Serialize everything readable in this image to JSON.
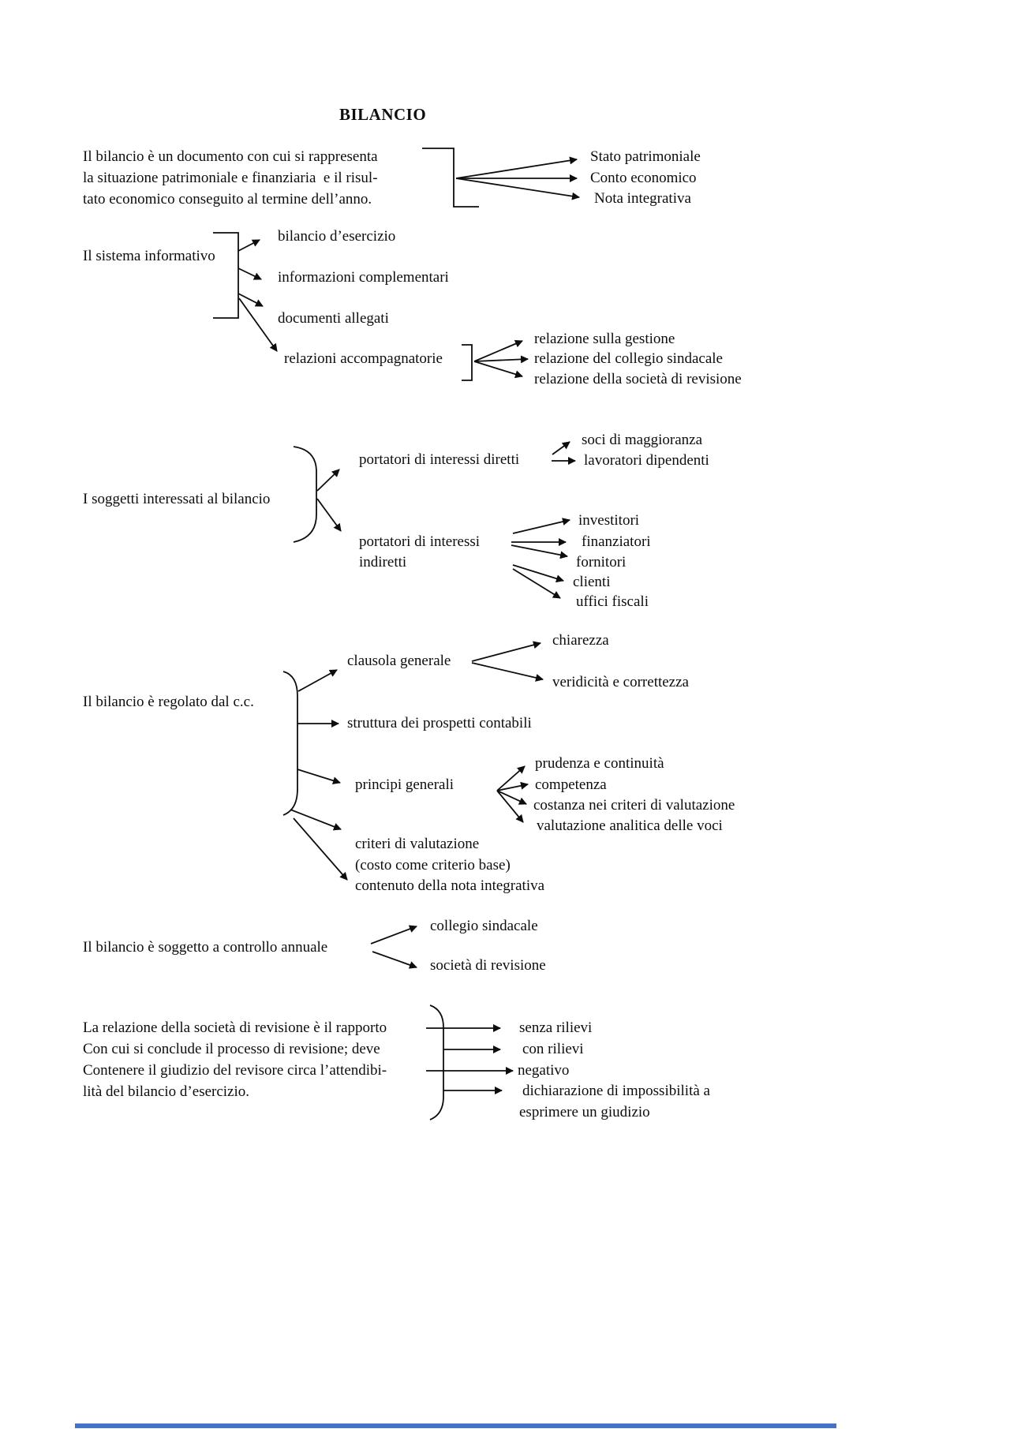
{
  "page": {
    "background": "#ffffff",
    "accent_bar_color": "#4472c4"
  },
  "title": "BILANCIO",
  "intro": {
    "lines": [
      "Il bilancio è un documento con cui si rappresenta",
      "la situazione patrimoniale e finanziaria  e il risul-",
      "tato economico conseguito al termine dell’anno."
    ],
    "components": [
      "Stato patrimoniale",
      "Conto economico",
      "Nota integrativa"
    ]
  },
  "sistema_informativo": {
    "label": "Il sistema informativo",
    "items": [
      "bilancio d’esercizio",
      "informazioni complementari",
      "documenti allegati",
      "relazioni accompagnatorie"
    ],
    "relazioni": [
      "relazione sulla gestione",
      "relazione del collegio sindacale",
      "relazione della società di revisione"
    ]
  },
  "soggetti": {
    "label": "I soggetti interessati al bilancio",
    "diretti": {
      "label": "portatori di interessi diretti",
      "items": [
        "soci di maggioranza",
        "lavoratori dipendenti"
      ]
    },
    "indiretti": {
      "label_line1": "portatori di interessi",
      "label_line2": "indiretti",
      "items": [
        "investitori",
        "finanziatori",
        "fornitori",
        "clienti",
        "uffici fiscali"
      ]
    }
  },
  "codice_civile": {
    "label": "Il bilancio è regolato dal c.c.",
    "clausola": {
      "label": "clausola generale",
      "items": [
        "chiarezza",
        "veridicità e correttezza"
      ]
    },
    "struttura": "struttura dei prospetti contabili",
    "principi": {
      "label": "principi generali",
      "items": [
        "prudenza e continuità",
        "competenza",
        "costanza nei criteri di valutazione",
        "valutazione analitica delle voci"
      ]
    },
    "criteri_line1": "criteri di valutazione",
    "criteri_line2": "(costo come criterio base)",
    "contenuto": "contenuto della nota integrativa"
  },
  "controllo": {
    "label": "Il bilancio è soggetto a controllo annuale",
    "items": [
      "collegio sindacale",
      "società di revisione"
    ]
  },
  "revisione": {
    "lines": [
      "La relazione della società di revisione è il rapporto",
      "Con cui si conclude il processo di revisione; deve",
      "Contenere il giudizio del revisore circa l’attendibi-",
      "lità del bilancio d’esercizio."
    ],
    "items": [
      "senza rilievi",
      "con rilievi",
      "negativo",
      "dichiarazione di impossibilità a",
      "esprimere un giudizio"
    ]
  }
}
